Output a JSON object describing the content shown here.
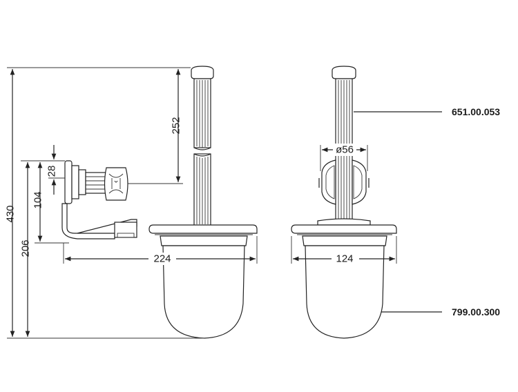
{
  "dimensions": {
    "height_total": "430",
    "height_mount": "206",
    "bracket_height": "104",
    "rosette_height": "28",
    "handle_length": "252",
    "width_side": "224",
    "diameter_front": "ø56",
    "width_front": "124"
  },
  "parts": {
    "brush_code": "651.00.053",
    "bowl_code": "799.00.300"
  },
  "colors": {
    "line": "#222222",
    "background": "#ffffff"
  }
}
